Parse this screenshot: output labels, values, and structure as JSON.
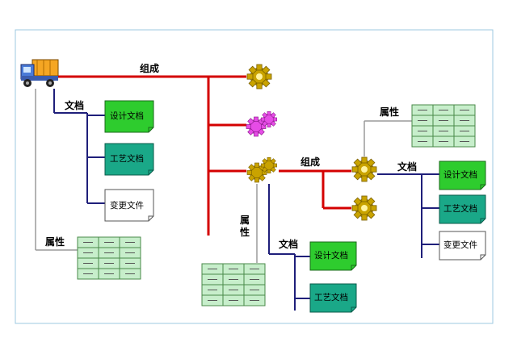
{
  "labels": {
    "compose_top": "组成",
    "compose_mid": "组成",
    "docs_left": "文档",
    "docs_mid": "文档",
    "docs_right": "文档",
    "attr_left": "属性",
    "attr_mid_1": "属",
    "attr_mid_2": "性",
    "attr_right": "属性"
  },
  "docs": {
    "design": "设计文档",
    "process": "工艺文档",
    "change": "变更文件"
  },
  "colors": {
    "red_line": "#d40000",
    "navy_line": "#1f1f7a",
    "gray_line": "#9a9a9a",
    "design_doc": "#2ecc2e",
    "process_doc": "#1aa888",
    "change_doc": "#ffffff",
    "table_fill": "#c7eecb",
    "gear_gold": "#c9a300",
    "gear_pink": "#e64ce6",
    "border": "#9ec8e0"
  },
  "icons": {
    "truck": "dump-truck-icon",
    "gear": "gear-icon",
    "table": "attribute-table-icon"
  }
}
